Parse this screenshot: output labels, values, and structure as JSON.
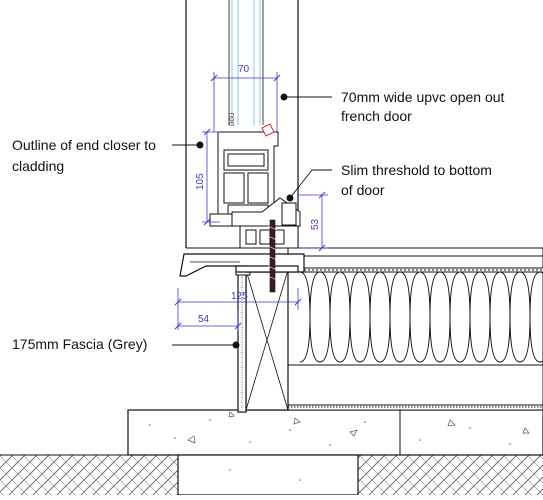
{
  "colors": {
    "line": "#111111",
    "dimension": "#3a3ad0",
    "glass": "#8fc6e8",
    "insulation_bg": "#ffffff",
    "ground_hatch": "#555555"
  },
  "labels": {
    "door_line1": "70mm wide upvc open out",
    "door_line2": "french door",
    "closer_line1": "Outline of end closer to",
    "closer_line2": "cladding",
    "threshold_line1": "Slim threshold to bottom",
    "threshold_line2": "of door",
    "fascia": "175mm Fascia (Grey)"
  },
  "dimensions": {
    "frame_width": "70",
    "frame_height": "105",
    "threshold_height": "53",
    "joist_width": "125",
    "fascia_offset": "54"
  },
  "frame_text": "DGU"
}
